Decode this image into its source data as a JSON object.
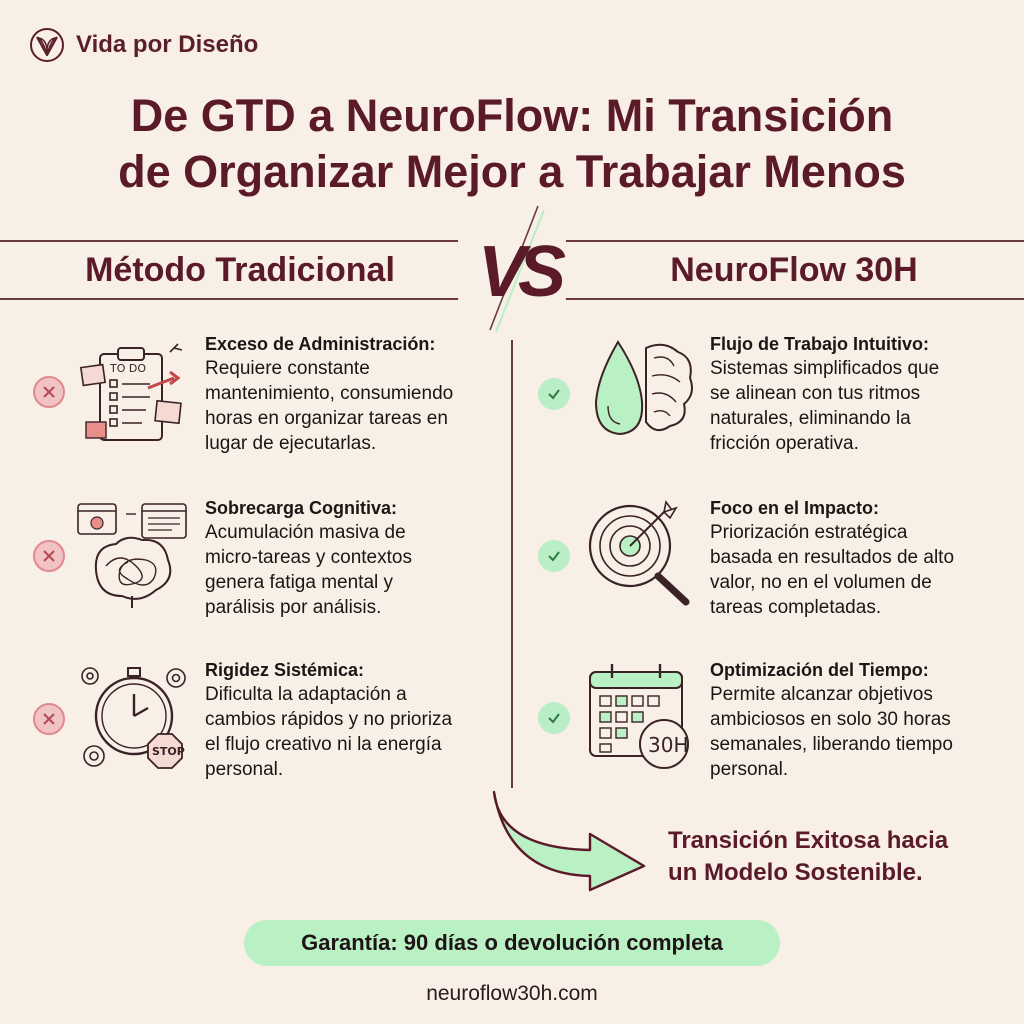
{
  "brand": {
    "name": "Vida por Diseño",
    "icon": "v-leaf-logo"
  },
  "title": {
    "line1": "De GTD a NeuroFlow: Mi Transición",
    "line2": "de Organizar Mejor a Trabajar Menos"
  },
  "versus": {
    "left_title": "Método Tradicional",
    "vs_label": "VS",
    "right_title": "NeuroFlow 30H"
  },
  "traditional": [
    {
      "icon": "todo-clipboard-icon",
      "title": "Exceso de Administración:",
      "desc_lines": [
        "Requiere constante",
        "mantenimiento, consumiendo",
        "horas en organizar tareas en",
        "lugar de ejecutarlas."
      ]
    },
    {
      "icon": "tangled-brain-icon",
      "title": "Sobrecarga Cognitiva:",
      "desc_lines": [
        "Acumulación masiva de",
        "micro-tareas y contextos",
        "genera fatiga mental y",
        "parálisis por análisis."
      ]
    },
    {
      "icon": "stopwatch-gears-icon",
      "title": "Rigidez Sistémica:",
      "desc_lines": [
        "Dificulta la adaptación a",
        "cambios rápidos y no prioriza",
        "el flujo creativo ni la energía",
        "personal."
      ],
      "stop_label": "STOP"
    }
  ],
  "neuroflow": [
    {
      "icon": "drop-brain-icon",
      "title": "Flujo de Trabajo Intuitivo:",
      "desc_lines": [
        "Sistemas simplificados que",
        "se alinean con tus ritmos",
        "naturales, eliminando la",
        "fricción operativa."
      ]
    },
    {
      "icon": "target-magnifier-icon",
      "title": "Foco en el Impacto:",
      "desc_lines": [
        "Priorización estratégica",
        "basada en resultados de alto",
        "valor, no en el volumen de",
        "tareas completadas."
      ]
    },
    {
      "icon": "calendar-30h-icon",
      "title": "Optimización del Tiempo:",
      "desc_lines": [
        "Permite alcanzar objetivos",
        "ambiciosos en solo 30 horas",
        "semanales, liberando tiempo",
        "personal."
      ],
      "badge_label": "30H"
    }
  ],
  "cta": {
    "line1": "Transición Exitosa hacia",
    "line2": "un Modelo Sostenible."
  },
  "guarantee": {
    "bold": "Garantía:",
    "rest": " 90 días o devolución completa"
  },
  "footer": {
    "url": "neuroflow30h.com"
  },
  "colors": {
    "background": "#f8efe6",
    "maroon": "#5a1a28",
    "green": "#b9f0c4",
    "red_badge": "#f2c3c4"
  }
}
